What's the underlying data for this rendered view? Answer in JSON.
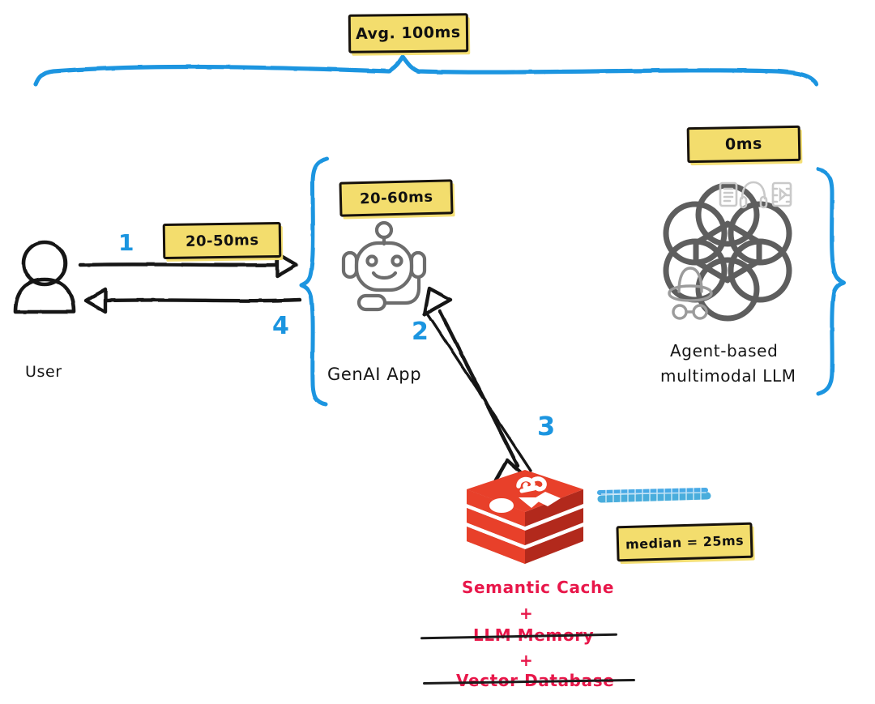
{
  "diagram": {
    "title_note": "Avg. 100ms",
    "notes": [
      {
        "id": "avg-total",
        "text": "Avg. 100ms"
      },
      {
        "id": "user-to-app",
        "text": "20-50ms"
      },
      {
        "id": "app-latency",
        "text": "20-60ms"
      },
      {
        "id": "llm-latency",
        "text": "0ms"
      },
      {
        "id": "cache-median",
        "text": "median = 25ms"
      }
    ],
    "nodes": [
      {
        "id": "user",
        "label": "User",
        "icon": "user-icon"
      },
      {
        "id": "genai-app",
        "label": "GenAI App",
        "icon": "robot-icon"
      },
      {
        "id": "llm",
        "label_line1": "Agent-based",
        "label_line2": "multimodal LLM",
        "icon": "openai-logo"
      },
      {
        "id": "redis",
        "icon": "redis-cube-icon"
      }
    ],
    "cache_stack": {
      "line1": "Semantic Cache",
      "plus1": "+",
      "line2": "LLM Memory",
      "plus2": "+",
      "line3": "Vector Database"
    },
    "step_numbers": [
      {
        "id": "step-1",
        "text": "1"
      },
      {
        "id": "step-2",
        "text": "2"
      },
      {
        "id": "step-3",
        "text": "3"
      },
      {
        "id": "step-4",
        "text": "4"
      }
    ],
    "colors": {
      "accent_blue": "#1b95e0",
      "note_yellow": "#f3dd6d",
      "note_border": "#17120c",
      "redis_red": "#e8402a",
      "cache_text_red": "#e8174a",
      "icon_gray": "#6b6b6b",
      "ink": "#151515"
    }
  }
}
